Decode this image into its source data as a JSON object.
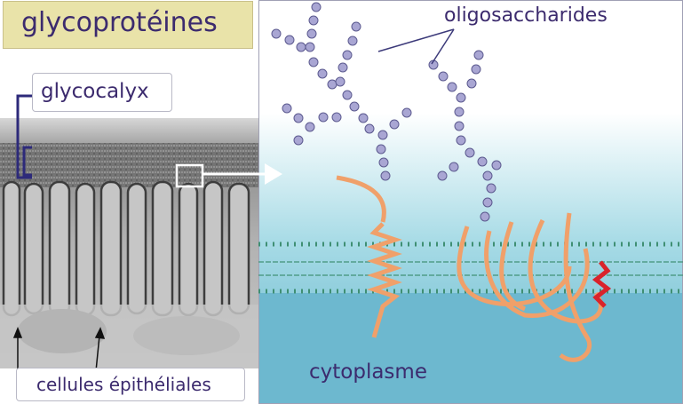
{
  "title": "glycoprotéines",
  "labels": {
    "glycocalyx": "glycocalyx",
    "oligosaccharides": "oligosaccharides",
    "cytoplasme": "cytoplasme",
    "cellules": "cellules épithéliales"
  },
  "colors": {
    "title_bg": "#e9e3a9",
    "text": "#3c2b6e",
    "membrane": "#3f8f73",
    "sugar_bead": "#a9a6d3",
    "protein_ribbon": "#f0a06a",
    "cytoplasm": "#6db8cf",
    "bracket": "#2d2a7a"
  }
}
